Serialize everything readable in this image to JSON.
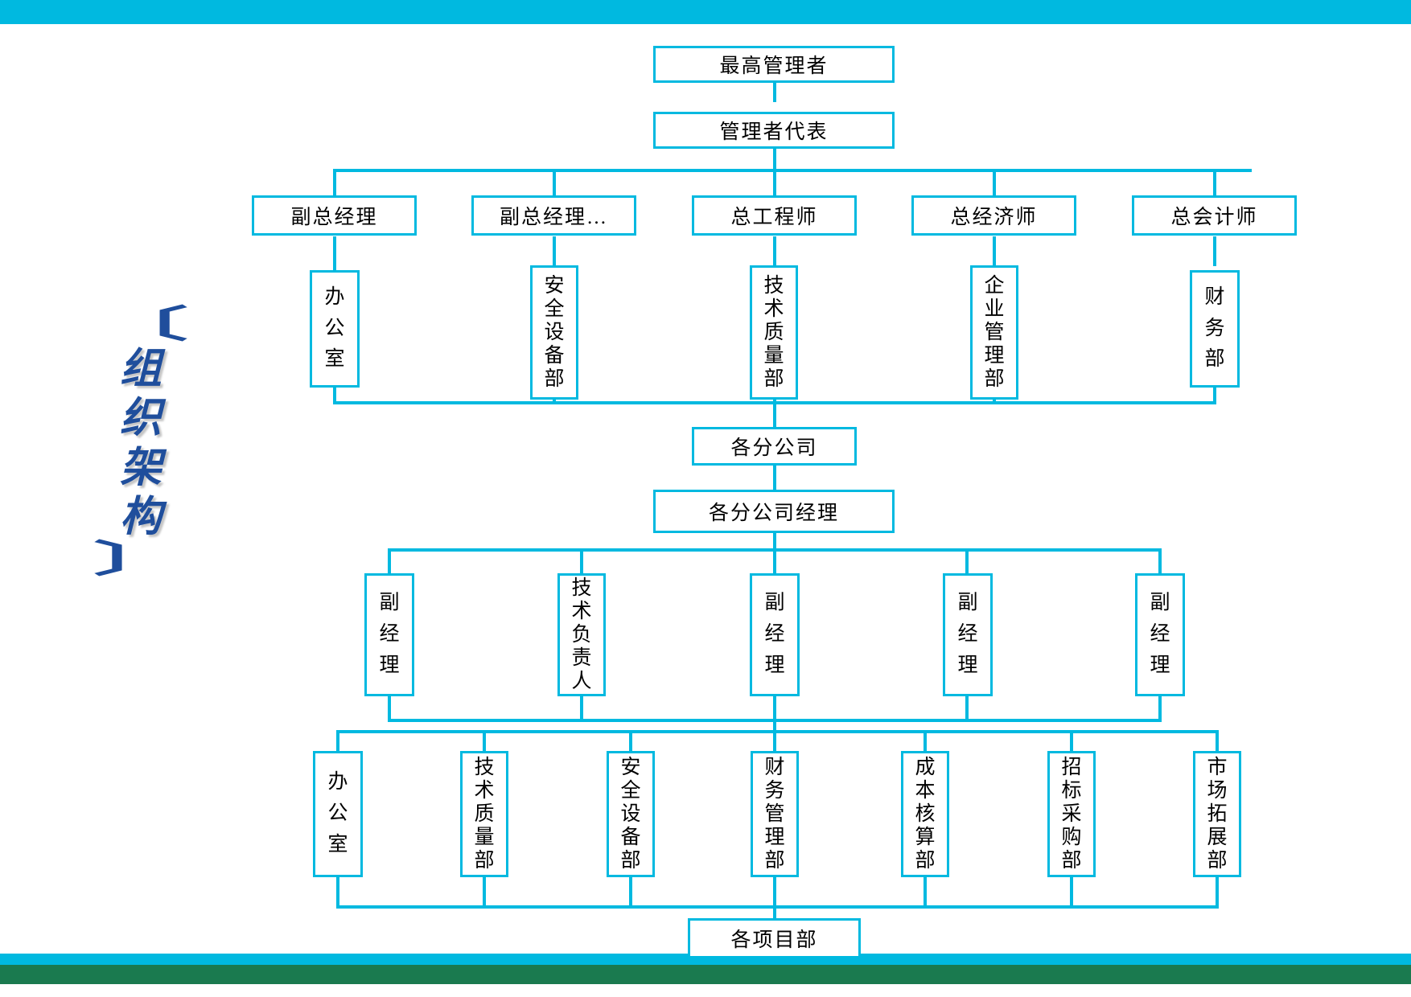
{
  "decor": {
    "top_bar_color": "#00b9e0",
    "bottom_bar_teal": "#00b9e0",
    "bottom_bar_green": "#1a7a4f",
    "node_border_color": "#00b9e0",
    "side_title_color": "#1f4e9c"
  },
  "side_title": {
    "bracket_open": "〔",
    "bracket_close": "〕",
    "text": "组织架构",
    "chars": [
      "组",
      "织",
      "架",
      "构"
    ]
  },
  "chart_data": {
    "type": "diagram",
    "title": "组织架构",
    "orientation": "top-down org chart",
    "levels": [
      {
        "name": "level-1",
        "nodes": [
          "最高管理者"
        ]
      },
      {
        "name": "level-2",
        "nodes": [
          "管理者代表"
        ]
      },
      {
        "name": "level-3",
        "nodes": [
          "副总经理",
          "副总经理…",
          "总工程师",
          "总经济师",
          "总会计师"
        ]
      },
      {
        "name": "level-4",
        "nodes": [
          "办公室",
          "安全设备部",
          "技术质量部",
          "企业管理部",
          "财务部"
        ]
      },
      {
        "name": "level-5",
        "nodes": [
          "各分公司"
        ]
      },
      {
        "name": "level-6",
        "nodes": [
          "各分公司经理"
        ]
      },
      {
        "name": "level-7",
        "nodes": [
          "副经理",
          "技术负责人",
          "副经理",
          "副经理",
          "副经理"
        ]
      },
      {
        "name": "level-8",
        "nodes": [
          "办公室",
          "技术质量部",
          "安全设备部",
          "财务管理部",
          "成本核算部",
          "招标采购部",
          "市场拓展部"
        ]
      },
      {
        "name": "level-9",
        "nodes": [
          "各项目部"
        ]
      }
    ]
  },
  "nodes": {
    "top_manager": "最高管理者",
    "mgmt_rep": "管理者代表",
    "row3": {
      "vp1": "副总经理",
      "vp2": "副总经理…",
      "chief_engineer": "总工程师",
      "chief_economist": "总经济师",
      "chief_accountant": "总会计师"
    },
    "row4": {
      "office": [
        "办",
        "公",
        "室"
      ],
      "safety_equipment": [
        "安",
        "全",
        "设",
        "备",
        "部"
      ],
      "tech_quality": [
        "技",
        "术",
        "质",
        "量",
        "部"
      ],
      "enterprise_mgmt": [
        "企",
        "业",
        "管",
        "理",
        "部"
      ],
      "finance": [
        "财",
        "务",
        "部"
      ]
    },
    "branches": "各分公司",
    "branch_manager": "各分公司经理",
    "row7": {
      "deputy1": [
        "副",
        "经",
        "理"
      ],
      "tech_lead": [
        "技",
        "术",
        "负",
        "责",
        "人"
      ],
      "deputy2": [
        "副",
        "经",
        "理"
      ],
      "deputy3": [
        "副",
        "经",
        "理"
      ],
      "deputy4": [
        "副",
        "经",
        "理"
      ]
    },
    "row8": {
      "office": [
        "办",
        "公",
        "室"
      ],
      "tech_quality": [
        "技",
        "术",
        "质",
        "量",
        "部"
      ],
      "safety_equipment": [
        "安",
        "全",
        "设",
        "备",
        "部"
      ],
      "finance_mgmt": [
        "财",
        "务",
        "管",
        "理",
        "部"
      ],
      "cost_accounting": [
        "成",
        "本",
        "核",
        "算",
        "部"
      ],
      "bidding_procurement": [
        "招",
        "标",
        "采",
        "购",
        "部"
      ],
      "market_development": [
        "市",
        "场",
        "拓",
        "展",
        "部"
      ]
    },
    "project_depts": "各项目部"
  }
}
